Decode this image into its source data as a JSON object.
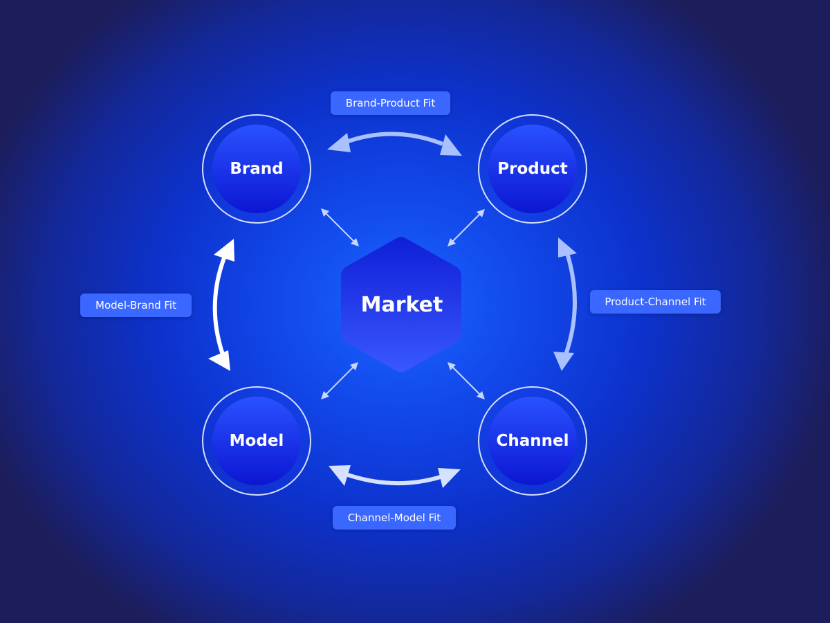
{
  "nodes": {
    "brand": "Brand",
    "product": "Product",
    "model": "Model",
    "channel": "Channel",
    "market": "Market"
  },
  "fit_labels": {
    "brand_product": "Brand-Product Fit",
    "product_channel": "Product-Channel Fit",
    "model_brand": "Model-Brand Fit",
    "channel_model": "Channel-Model Fit"
  },
  "colors": {
    "pill": "#3a67ff",
    "node": "#1734e0",
    "arrow_light": "#a9c1ff",
    "arrow_white": "#ffffff"
  }
}
